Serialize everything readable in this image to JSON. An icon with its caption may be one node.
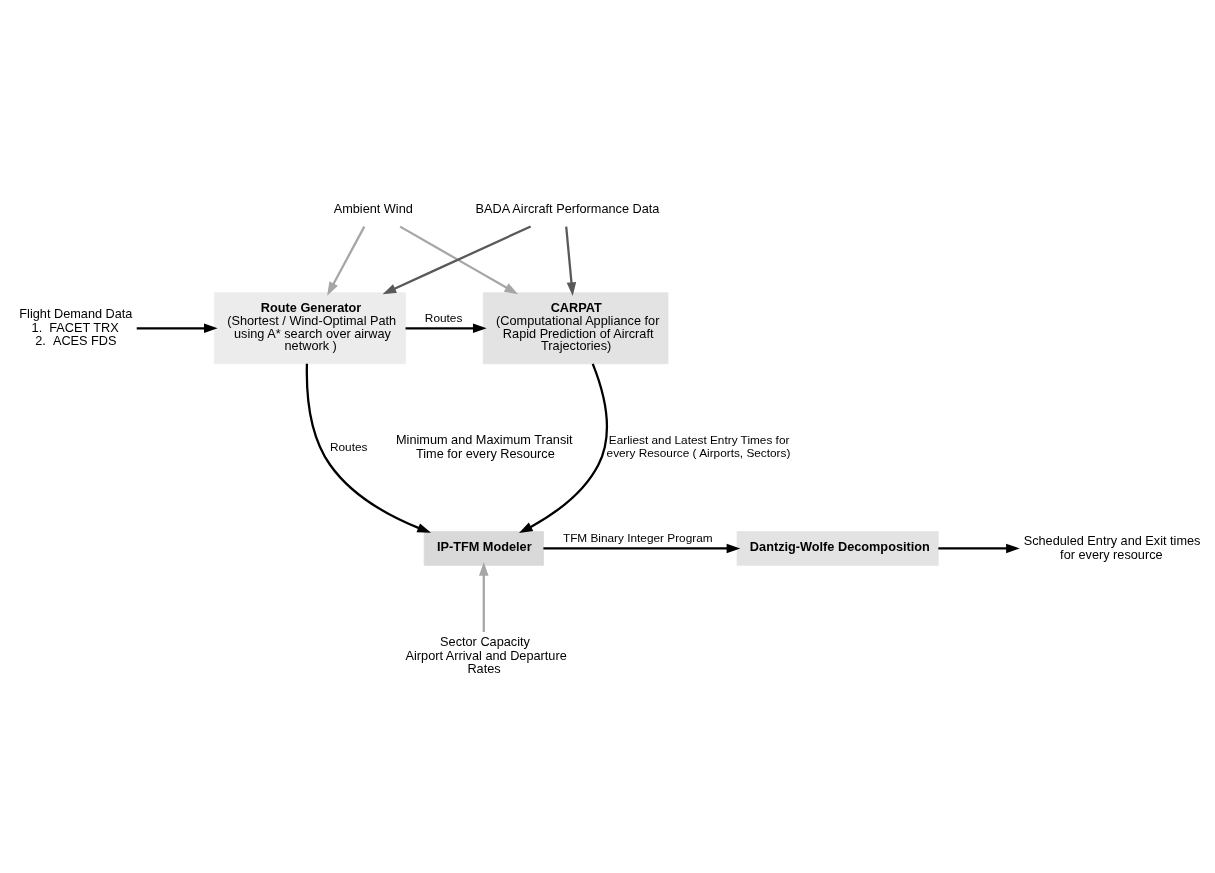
{
  "diagram": {
    "nodes": [
      {
        "text": [
          "Flight Demand Data",
          "1.  FACET TRX",
          "2.  ACES FDS"
        ]
      },
      {
        "text": [
          "Route Generator",
          "(Shortest / Wind-Optimal Path using A* search over airway network )"
        ]
      },
      {
        "text": [
          "CARPAT",
          "(Computational Appliance for Rapid Prediction of Aircraft Trajectories)"
        ]
      },
      {
        "text": [
          "IP-TFM Modeler"
        ]
      },
      {
        "text": [
          "Dantzig-Wolfe Decomposition"
        ]
      },
      {
        "text": [
          "Ambient Wind"
        ]
      },
      {
        "text": [
          "BADA Aircraft Performance Data"
        ]
      },
      {
        "text": [
          "Sector Capacity",
          "Airport Arrival and Departure Rates"
        ]
      },
      {
        "text": [
          "Scheduled Entry and Exit times for every resource"
        ]
      }
    ],
    "edges": [
      {
        "from": 0,
        "to": 1,
        "arrow": "to"
      },
      {
        "from": 1,
        "to": 2,
        "arrow": "to",
        "label": "Routes"
      },
      {
        "from": 5,
        "to": 1,
        "arrow": "to",
        "color": "#a6a6a6"
      },
      {
        "from": 5,
        "to": 2,
        "arrow": "to",
        "color": "#a6a6a6"
      },
      {
        "from": 6,
        "to": 1,
        "arrow": "to",
        "color": "#595959"
      },
      {
        "from": 6,
        "to": 2,
        "arrow": "to",
        "color": "#595959"
      },
      {
        "from": 1,
        "to": 3,
        "arrow": "to",
        "label": "Routes"
      },
      {
        "from": 2,
        "to": 3,
        "arrow": "to",
        "label": "Earliest and Latest Entry Times for every Resource ( Airports, Sectors)"
      },
      {
        "from": 3,
        "to": 4,
        "arrow": "to",
        "label": "TFM Binary Integer Program"
      },
      {
        "from": 7,
        "to": 3,
        "arrow": "to",
        "color": "#a6a6a6"
      },
      {
        "from": 4,
        "to": 8,
        "arrow": "to"
      }
    ],
    "labels": [
      "Minimum and Maximum Transit Time for every Resource"
    ]
  }
}
